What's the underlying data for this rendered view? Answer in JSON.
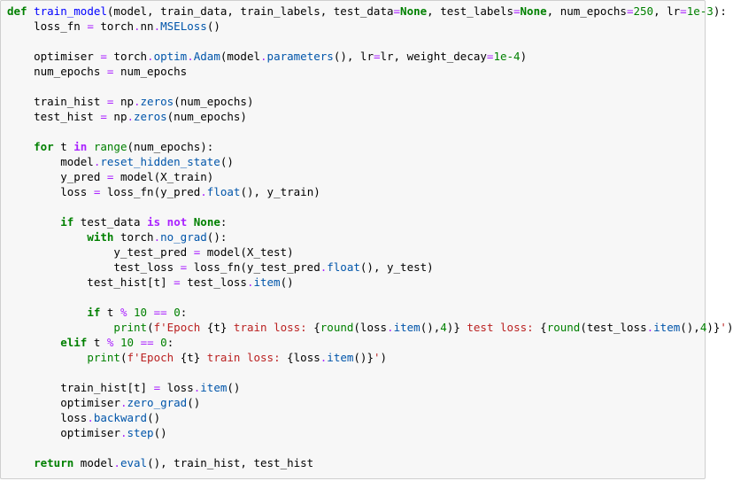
{
  "code_cell": {
    "language": "python",
    "lines": [
      [
        [
          "kw",
          "def"
        ],
        [
          "p",
          " "
        ],
        [
          "fn",
          "train_model"
        ],
        [
          "p",
          "(model, train_data, train_labels, test_data"
        ],
        [
          "op",
          "="
        ],
        [
          "kc",
          "None"
        ],
        [
          "p",
          ", test_labels"
        ],
        [
          "op",
          "="
        ],
        [
          "kc",
          "None"
        ],
        [
          "p",
          ", num_epochs"
        ],
        [
          "op",
          "="
        ],
        [
          "num",
          "250"
        ],
        [
          "p",
          ", lr"
        ],
        [
          "op",
          "="
        ],
        [
          "num",
          "1e-3"
        ],
        [
          "p",
          "):"
        ]
      ],
      [
        [
          "p",
          "    loss_fn "
        ],
        [
          "op",
          "="
        ],
        [
          "p",
          " torch"
        ],
        [
          "op",
          "."
        ],
        [
          "p",
          "nn"
        ],
        [
          "op",
          "."
        ],
        [
          "attr",
          "MSELoss"
        ],
        [
          "p",
          "()"
        ]
      ],
      [],
      [
        [
          "p",
          "    optimiser "
        ],
        [
          "op",
          "="
        ],
        [
          "p",
          " torch"
        ],
        [
          "op",
          "."
        ],
        [
          "attr",
          "optim"
        ],
        [
          "op",
          "."
        ],
        [
          "attr",
          "Adam"
        ],
        [
          "p",
          "(model"
        ],
        [
          "op",
          "."
        ],
        [
          "attr",
          "parameters"
        ],
        [
          "p",
          "(), lr"
        ],
        [
          "op",
          "="
        ],
        [
          "p",
          "lr, weight_decay"
        ],
        [
          "op",
          "="
        ],
        [
          "num",
          "1e-4"
        ],
        [
          "p",
          ")"
        ]
      ],
      [
        [
          "p",
          "    num_epochs "
        ],
        [
          "op",
          "="
        ],
        [
          "p",
          " num_epochs"
        ]
      ],
      [],
      [
        [
          "p",
          "    train_hist "
        ],
        [
          "op",
          "="
        ],
        [
          "p",
          " np"
        ],
        [
          "op",
          "."
        ],
        [
          "attr",
          "zeros"
        ],
        [
          "p",
          "(num_epochs)"
        ]
      ],
      [
        [
          "p",
          "    test_hist "
        ],
        [
          "op",
          "="
        ],
        [
          "p",
          " np"
        ],
        [
          "op",
          "."
        ],
        [
          "attr",
          "zeros"
        ],
        [
          "p",
          "(num_epochs)"
        ]
      ],
      [],
      [
        [
          "p",
          "    "
        ],
        [
          "kw",
          "for"
        ],
        [
          "p",
          " t "
        ],
        [
          "ow",
          "in"
        ],
        [
          "p",
          " "
        ],
        [
          "bi",
          "range"
        ],
        [
          "p",
          "(num_epochs):"
        ]
      ],
      [
        [
          "p",
          "        model"
        ],
        [
          "op",
          "."
        ],
        [
          "attr",
          "reset_hidden_state"
        ],
        [
          "p",
          "()"
        ]
      ],
      [
        [
          "p",
          "        y_pred "
        ],
        [
          "op",
          "="
        ],
        [
          "p",
          " model(X_train)"
        ]
      ],
      [
        [
          "p",
          "        loss "
        ],
        [
          "op",
          "="
        ],
        [
          "p",
          " loss_fn(y_pred"
        ],
        [
          "op",
          "."
        ],
        [
          "attr",
          "float"
        ],
        [
          "p",
          "(), y_train)"
        ]
      ],
      [],
      [
        [
          "p",
          "        "
        ],
        [
          "kw",
          "if"
        ],
        [
          "p",
          " test_data "
        ],
        [
          "ow",
          "is"
        ],
        [
          "p",
          " "
        ],
        [
          "ow",
          "not"
        ],
        [
          "p",
          " "
        ],
        [
          "kc",
          "None"
        ],
        [
          "p",
          ":"
        ]
      ],
      [
        [
          "p",
          "            "
        ],
        [
          "kw",
          "with"
        ],
        [
          "p",
          " torch"
        ],
        [
          "op",
          "."
        ],
        [
          "attr",
          "no_grad"
        ],
        [
          "p",
          "():"
        ]
      ],
      [
        [
          "p",
          "                y_test_pred "
        ],
        [
          "op",
          "="
        ],
        [
          "p",
          " model(X_test)"
        ]
      ],
      [
        [
          "p",
          "                test_loss "
        ],
        [
          "op",
          "="
        ],
        [
          "p",
          " loss_fn(y_test_pred"
        ],
        [
          "op",
          "."
        ],
        [
          "attr",
          "float"
        ],
        [
          "p",
          "(), y_test)"
        ]
      ],
      [
        [
          "p",
          "            test_hist[t] "
        ],
        [
          "op",
          "="
        ],
        [
          "p",
          " test_loss"
        ],
        [
          "op",
          "."
        ],
        [
          "attr",
          "item"
        ],
        [
          "p",
          "()"
        ]
      ],
      [],
      [
        [
          "p",
          "            "
        ],
        [
          "kw",
          "if"
        ],
        [
          "p",
          " t "
        ],
        [
          "op",
          "%"
        ],
        [
          "p",
          " "
        ],
        [
          "num",
          "10"
        ],
        [
          "p",
          " "
        ],
        [
          "op",
          "=="
        ],
        [
          "p",
          " "
        ],
        [
          "num",
          "0"
        ],
        [
          "p",
          ":"
        ]
      ],
      [
        [
          "p",
          "                "
        ],
        [
          "bi",
          "print"
        ],
        [
          "p",
          "("
        ],
        [
          "str",
          "f'Epoch "
        ],
        [
          "p",
          "{t}"
        ],
        [
          "str",
          " train loss: "
        ],
        [
          "p",
          "{"
        ],
        [
          "bi",
          "round"
        ],
        [
          "p",
          "(loss"
        ],
        [
          "op",
          "."
        ],
        [
          "attr",
          "item"
        ],
        [
          "p",
          "(),"
        ],
        [
          "num",
          "4"
        ],
        [
          "p",
          ")}"
        ],
        [
          "str",
          " test loss: "
        ],
        [
          "p",
          "{"
        ],
        [
          "bi",
          "round"
        ],
        [
          "p",
          "(test_loss"
        ],
        [
          "op",
          "."
        ],
        [
          "attr",
          "item"
        ],
        [
          "p",
          "(),"
        ],
        [
          "num",
          "4"
        ],
        [
          "p",
          ")}"
        ],
        [
          "str",
          "'"
        ],
        [
          "p",
          ")"
        ]
      ],
      [
        [
          "p",
          "        "
        ],
        [
          "kw",
          "elif"
        ],
        [
          "p",
          " t "
        ],
        [
          "op",
          "%"
        ],
        [
          "p",
          " "
        ],
        [
          "num",
          "10"
        ],
        [
          "p",
          " "
        ],
        [
          "op",
          "=="
        ],
        [
          "p",
          " "
        ],
        [
          "num",
          "0"
        ],
        [
          "p",
          ":"
        ]
      ],
      [
        [
          "p",
          "            "
        ],
        [
          "bi",
          "print"
        ],
        [
          "p",
          "("
        ],
        [
          "str",
          "f'Epoch "
        ],
        [
          "p",
          "{t}"
        ],
        [
          "str",
          " train loss: "
        ],
        [
          "p",
          "{loss"
        ],
        [
          "op",
          "."
        ],
        [
          "attr",
          "item"
        ],
        [
          "p",
          "()}"
        ],
        [
          "str",
          "'"
        ],
        [
          "p",
          ")"
        ]
      ],
      [],
      [
        [
          "p",
          "        train_hist[t] "
        ],
        [
          "op",
          "="
        ],
        [
          "p",
          " loss"
        ],
        [
          "op",
          "."
        ],
        [
          "attr",
          "item"
        ],
        [
          "p",
          "()"
        ]
      ],
      [
        [
          "p",
          "        optimiser"
        ],
        [
          "op",
          "."
        ],
        [
          "attr",
          "zero_grad"
        ],
        [
          "p",
          "()"
        ]
      ],
      [
        [
          "p",
          "        loss"
        ],
        [
          "op",
          "."
        ],
        [
          "attr",
          "backward"
        ],
        [
          "p",
          "()"
        ]
      ],
      [
        [
          "p",
          "        optimiser"
        ],
        [
          "op",
          "."
        ],
        [
          "attr",
          "step"
        ],
        [
          "p",
          "()"
        ]
      ],
      [],
      [
        [
          "p",
          "    "
        ],
        [
          "kw",
          "return"
        ],
        [
          "p",
          " model"
        ],
        [
          "op",
          "."
        ],
        [
          "attr",
          "eval"
        ],
        [
          "p",
          "(), train_hist, test_hist"
        ]
      ]
    ]
  }
}
